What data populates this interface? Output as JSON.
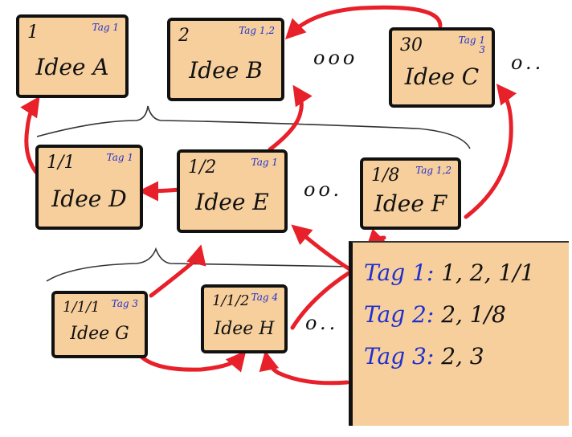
{
  "cards": [
    {
      "key": "a",
      "id": "1",
      "idea": "Idee A",
      "tag": "Tag 1"
    },
    {
      "key": "b",
      "id": "2",
      "idea": "Idee B",
      "tag": "Tag 1,2"
    },
    {
      "key": "c",
      "id": "30",
      "idea": "Idee C",
      "tag": "Tag 1 3"
    },
    {
      "key": "d",
      "id": "1/1",
      "idea": "Idee D",
      "tag": "Tag 1"
    },
    {
      "key": "e",
      "id": "1/2",
      "idea": "Idee E",
      "tag": "Tag 1"
    },
    {
      "key": "f",
      "id": "1/8",
      "idea": "Idee F",
      "tag": "Tag 1,2"
    },
    {
      "key": "g",
      "id": "1/1/1",
      "idea": "Idee G",
      "tag": "Tag 3"
    },
    {
      "key": "h",
      "id": "1/1/2",
      "idea": "Idee H",
      "tag": "Tag 4"
    }
  ],
  "ellipsis": {
    "row1_mid": "ooo",
    "row1_right": "o..",
    "row2": "oo.",
    "row3": "o.."
  },
  "legend": [
    {
      "key": "Tag 1:",
      "value": "1, 2, 1/1"
    },
    {
      "key": "Tag 2:",
      "value": "2, 1/8"
    },
    {
      "key": "Tag 3:",
      "value": "2, 3"
    }
  ],
  "colors": {
    "card_fill": "#f7cf9c",
    "arrow": "#e8202a",
    "tag_text": "#1f2fd0",
    "outline": "#111111"
  }
}
